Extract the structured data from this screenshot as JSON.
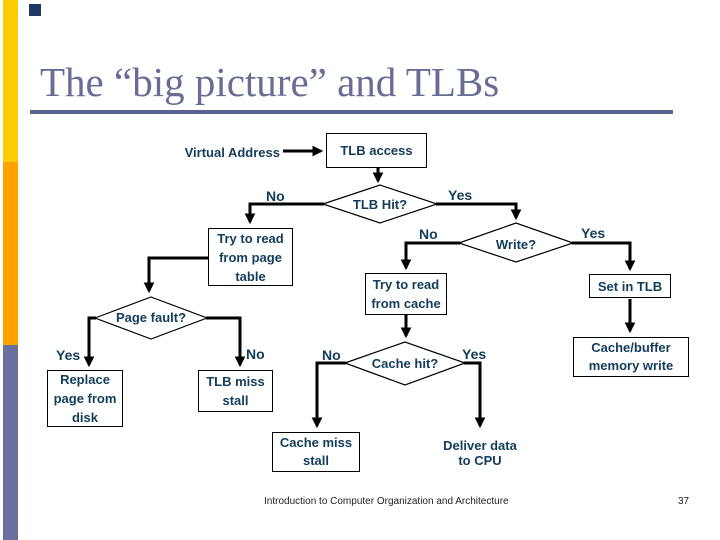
{
  "slide": {
    "title": "The “big picture” and TLBs",
    "footer_text": "Introduction to Computer Organization and Architecture",
    "page_number": "37"
  },
  "colors": {
    "accent_yellow": "#FFCC00",
    "accent_orange": "#FFA200",
    "accent_slate": "#6B6F9E",
    "title_text": "#696D96",
    "title_rule": "#5C6191",
    "node_text": "#133C5B",
    "connector": "#000000"
  },
  "flowchart": {
    "input_label": "Virtual Address",
    "nodes": {
      "tlb_access": "TLB access",
      "try_read_page_table": "Try to read\nfrom page\ntable",
      "try_read_cache": "Try to read\nfrom cache",
      "set_in_tlb": "Set in TLB",
      "replace_page_disk": "Replace\npage from\ndisk",
      "tlb_miss_stall": "TLB miss\nstall",
      "cache_miss_stall": "Cache miss\nstall",
      "cache_buffer_write": "Cache/buffer\nmemory write",
      "deliver_data_cpu": "Deliver data\nto CPU"
    },
    "decisions": {
      "tlb_hit": "TLB Hit?",
      "write": "Write?",
      "page_fault": "Page fault?",
      "cache_hit": "Cache hit?"
    },
    "branch_labels": {
      "tlb_hit_no": "No",
      "tlb_hit_yes": "Yes",
      "write_no": "No",
      "write_yes": "Yes",
      "page_fault_yes": "Yes",
      "page_fault_no": "No",
      "cache_hit_no": "No",
      "cache_hit_yes": "Yes"
    }
  }
}
